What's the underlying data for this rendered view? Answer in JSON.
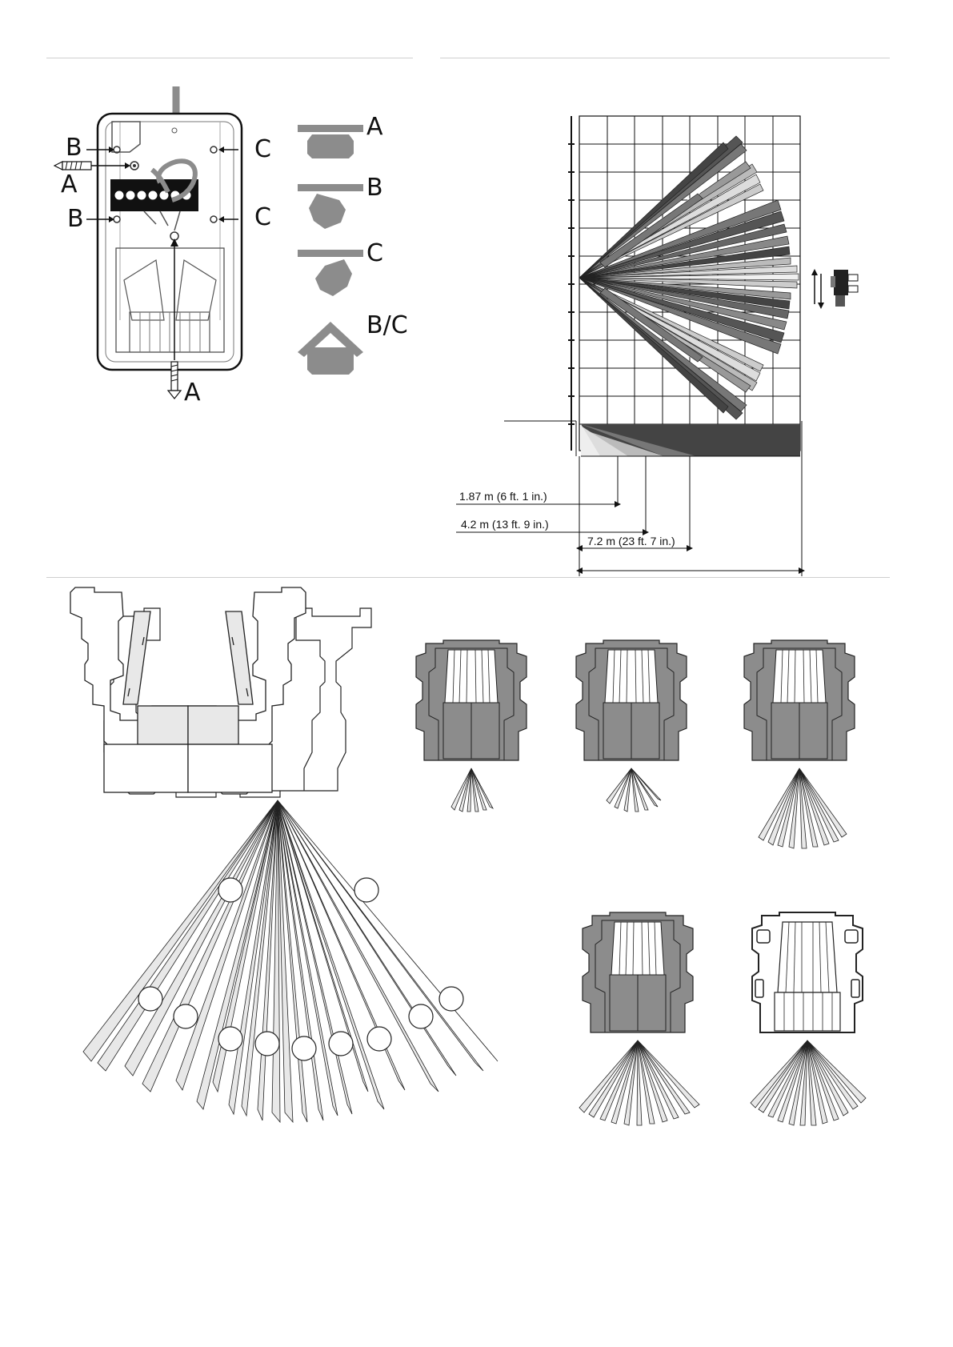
{
  "mounting": {
    "screw_labels": {
      "b_top": "B",
      "a_left": "A",
      "b_bottom": "B",
      "c_top": "C",
      "c_bottom": "C",
      "a_bottom": "A"
    },
    "position_labels": [
      "A",
      "B",
      "C",
      "B/C"
    ]
  },
  "coverage": {
    "dimensions": [
      "1.87 m (6 ft. 1 in.)",
      "4.2 m (13 ft. 9 in.)",
      "7.2 m (23 ft. 7 in.)"
    ]
  },
  "colors": {
    "ink": "#111111",
    "device_gray": "#8c8c8c",
    "beam_light": "#e8e8e8",
    "rule": "#cfcfcf"
  }
}
